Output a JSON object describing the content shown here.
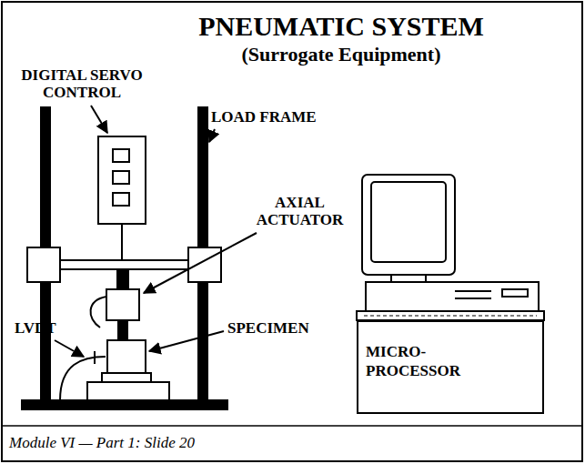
{
  "diagram": {
    "title": "PNEUMATIC SYSTEM",
    "caption": "Module VI — Part 1: Slide 20",
    "nodes": [
      {
        "text": [
          "MICRO- PROCESSOR"
        ]
      }
    ],
    "labels": [
      "(Surrogate Equipment)",
      "DIGITAL SERVO CONTROL",
      "LOAD FRAME",
      "AXIAL ACTUATOR",
      "LVDT",
      "SPECIMEN"
    ]
  }
}
